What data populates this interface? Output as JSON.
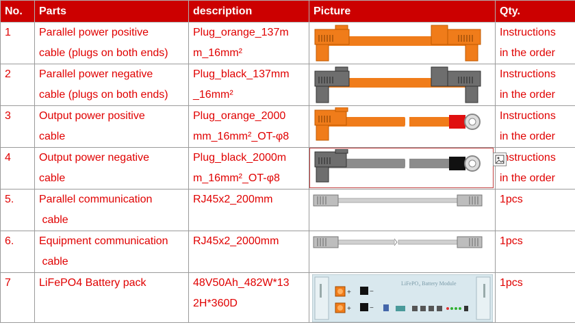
{
  "headers": {
    "no": "No.",
    "parts": "Parts",
    "description": "description",
    "picture": "Picture",
    "qty": "Qty."
  },
  "rows": [
    {
      "no": "1",
      "parts": [
        "Parallel power positive",
        "cable (plugs on both ends)"
      ],
      "description": [
        "Plug_orange_137m",
        "m_16mm²"
      ],
      "qty": [
        "Instructions",
        "in the order"
      ],
      "picture": "orange-cable-both-plugs"
    },
    {
      "no": "2",
      "parts": [
        "Parallel power negative",
        "cable (plugs on both ends)"
      ],
      "description": [
        "Plug_black_137mm",
        "_16mm²"
      ],
      "qty": [
        "Instructions",
        "in the order"
      ],
      "picture": "black-plug-orange-cable-both-plugs"
    },
    {
      "no": "3",
      "parts": [
        "Output power positive",
        "cable"
      ],
      "description": [
        "Plug_orange_2000",
        "mm_16mm²_OT-φ8"
      ],
      "qty": [
        "Instructions",
        "in the order"
      ],
      "picture": "orange-cable-ring-terminal"
    },
    {
      "no": "4",
      "parts": [
        "Output power negative",
        "cable"
      ],
      "description": [
        "Plug_black_2000m",
        "m_16mm²_OT-φ8"
      ],
      "qty": [
        "Instructions",
        "in the order"
      ],
      "picture": "gray-cable-ring-terminal"
    },
    {
      "no": "5.",
      "parts": [
        "Parallel communication",
        " cable"
      ],
      "description": [
        "RJ45x2_200mm"
      ],
      "qty": [
        "1pcs"
      ],
      "picture": "rj45-cable-short"
    },
    {
      "no": "6.",
      "parts": [
        "Equipment communication",
        " cable"
      ],
      "description": [
        "RJ45x2_2000mm"
      ],
      "qty": [
        "1pcs"
      ],
      "picture": "rj45-cable-long"
    },
    {
      "no": "7",
      "parts": [
        "LiFePO4 Battery pack"
      ],
      "description": [
        "48V50Ah_482W*13",
        "2H*360D"
      ],
      "qty": [
        "1pcs"
      ],
      "picture": "battery-module-front",
      "battery_label": "LiFePO₄ Battery Module"
    }
  ],
  "colors": {
    "header_bg": "#cc0000",
    "text_red": "#e00000",
    "orange": "#f07c1a",
    "gray": "#7a7a7a"
  }
}
